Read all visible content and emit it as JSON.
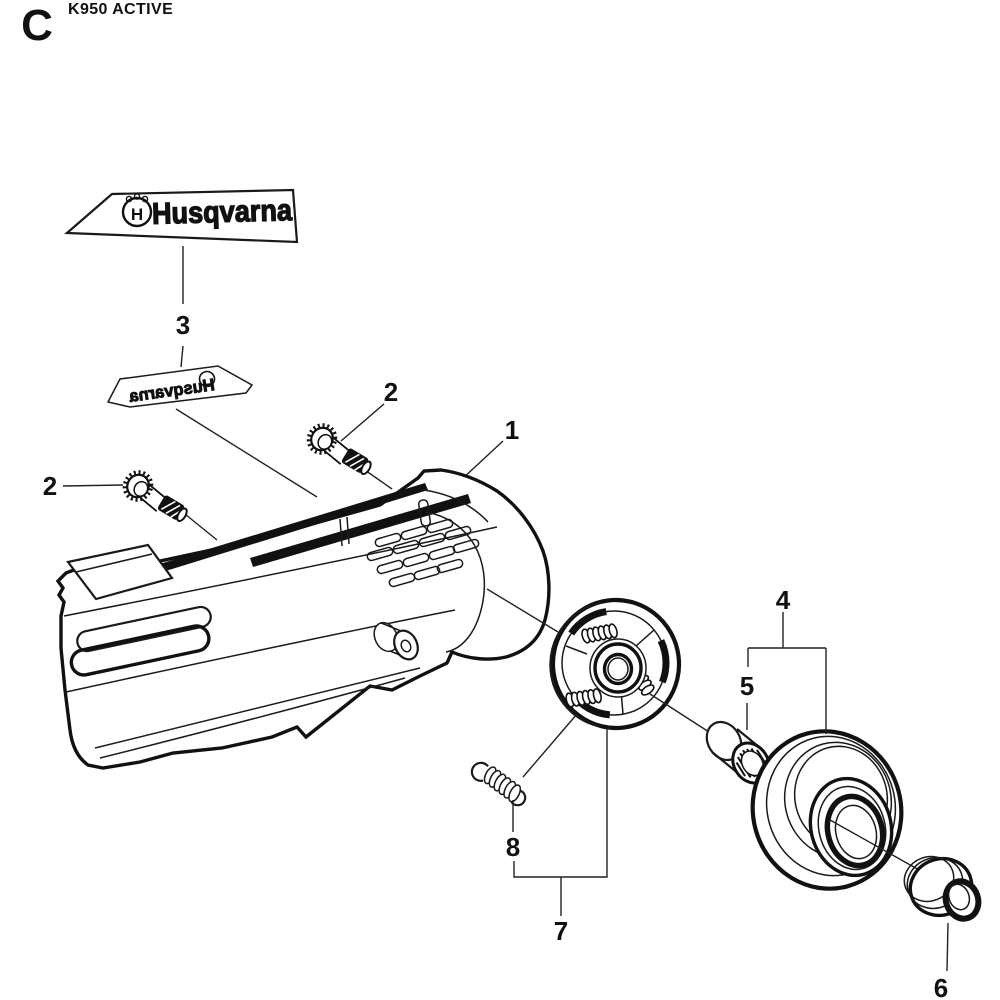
{
  "header": {
    "section_letter": "C",
    "model": "K950 ACTIVE"
  },
  "decals": {
    "brand": "Husqvarna",
    "brand_mirrored": "Husqvarna",
    "logo_letter": "H"
  },
  "callouts": {
    "n1": "1",
    "n2": "2",
    "n3": "3",
    "n4": "4",
    "n5": "5",
    "n6": "6",
    "n7": "7",
    "n8": "8"
  }
}
